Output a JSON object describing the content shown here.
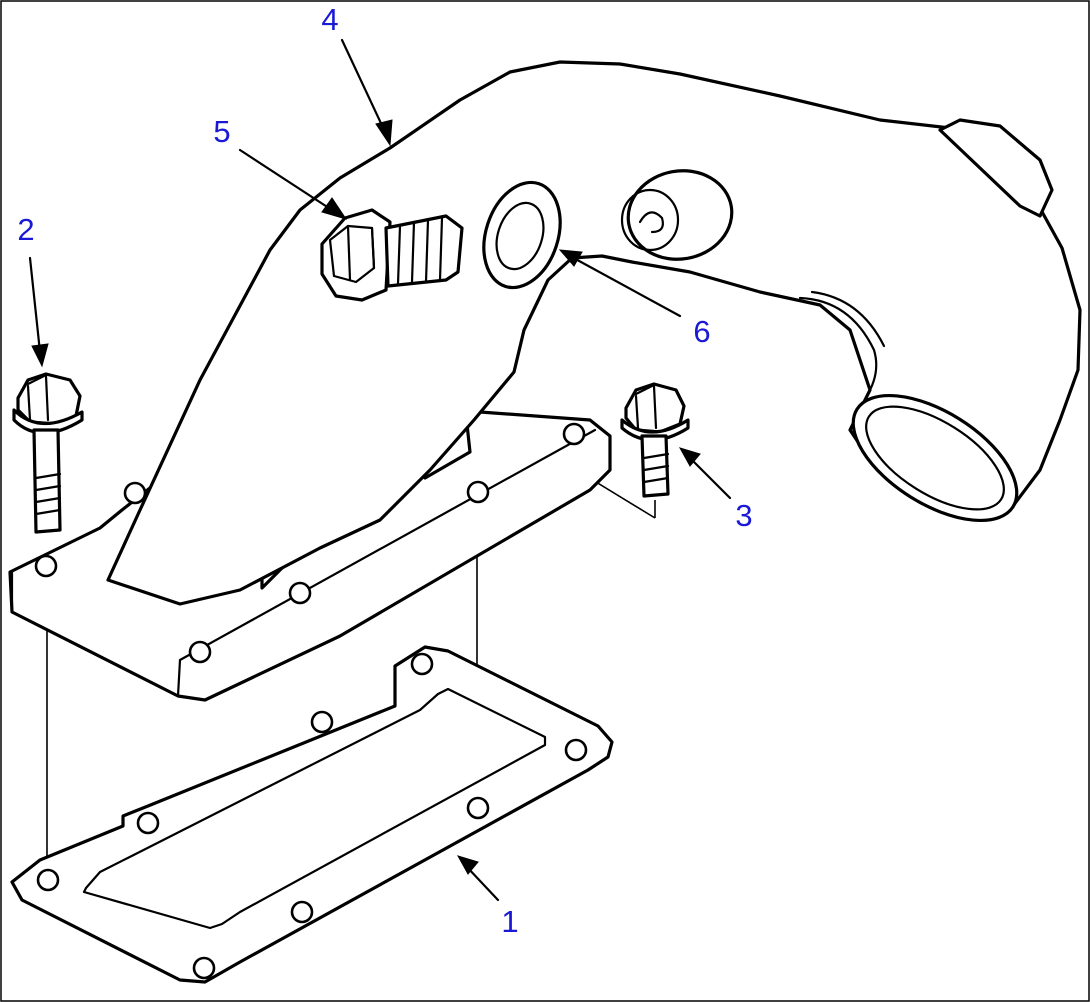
{
  "colors": {
    "line": "#000000",
    "callout": "#1a1ad6",
    "background": "#ffffff"
  },
  "callouts": {
    "gasket": "1",
    "bolt_long": "2",
    "bolt_short": "3",
    "housing": "4",
    "plug": "5",
    "washer": "6"
  }
}
